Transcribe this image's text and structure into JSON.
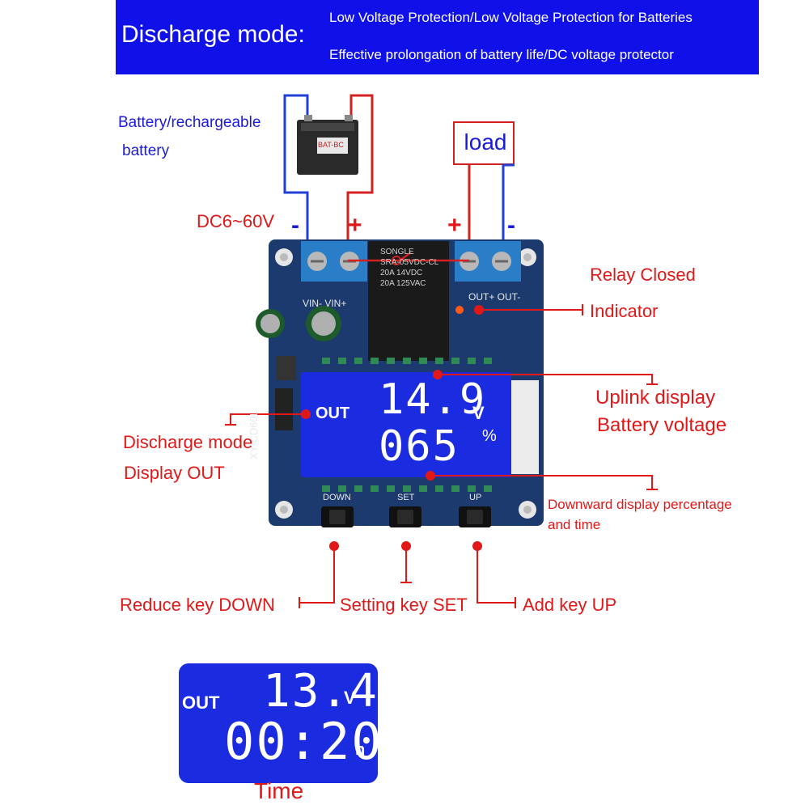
{
  "header": {
    "main": "Discharge mode:",
    "line1": "Low Voltage Protection/Low Voltage Protection for Batteries",
    "line2": "Effective prolongation of battery life/DC voltage protector"
  },
  "battery": {
    "line1": "Battery/rechargeable",
    "line2": "battery",
    "case_label": "BAT-BC"
  },
  "load": {
    "label": "load"
  },
  "input": {
    "range": "DC6~60V",
    "minus": "-",
    "plus": "+"
  },
  "output": {
    "plus": "+",
    "minus": "-"
  },
  "board": {
    "terminal_in": "VIN-  VIN+",
    "terminal_out": "OUT+ OUT-",
    "relay_lines": [
      "SONGLE",
      "SRA-05VDC-CL",
      "20A 14VDC",
      "20A 125VAC"
    ],
    "model": "XY-CD60L",
    "btn_down": "DOWN",
    "btn_set": "SET",
    "btn_up": "UP"
  },
  "lcd_main": {
    "mode": "OUT",
    "voltage": "14.9",
    "voltage_unit": "V",
    "percent": "065",
    "percent_unit": "%"
  },
  "callouts": {
    "relay_l1": "Relay Closed",
    "relay_l2": "Indicator",
    "uplink_l1": "Uplink display",
    "uplink_l2": "Battery voltage",
    "mode_l1": "Discharge mode",
    "mode_l2": "Display OUT",
    "down_l1": "Downward display percentage",
    "down_l2": "and time",
    "key_down": "Reduce key  DOWN",
    "key_set": "Setting key SET",
    "key_up": "Add key UP"
  },
  "lcd_time": {
    "mode": "OUT",
    "voltage": "13.4",
    "voltage_unit": "V",
    "time": "00:20",
    "time_unit": "h",
    "caption": "Time"
  },
  "colors": {
    "header_bg": "#1010e8",
    "callout_red": "#e01818",
    "label_blue": "#1a1adb",
    "lcd_blue": "#1a2be0",
    "pcb": "#1c3a6e"
  }
}
